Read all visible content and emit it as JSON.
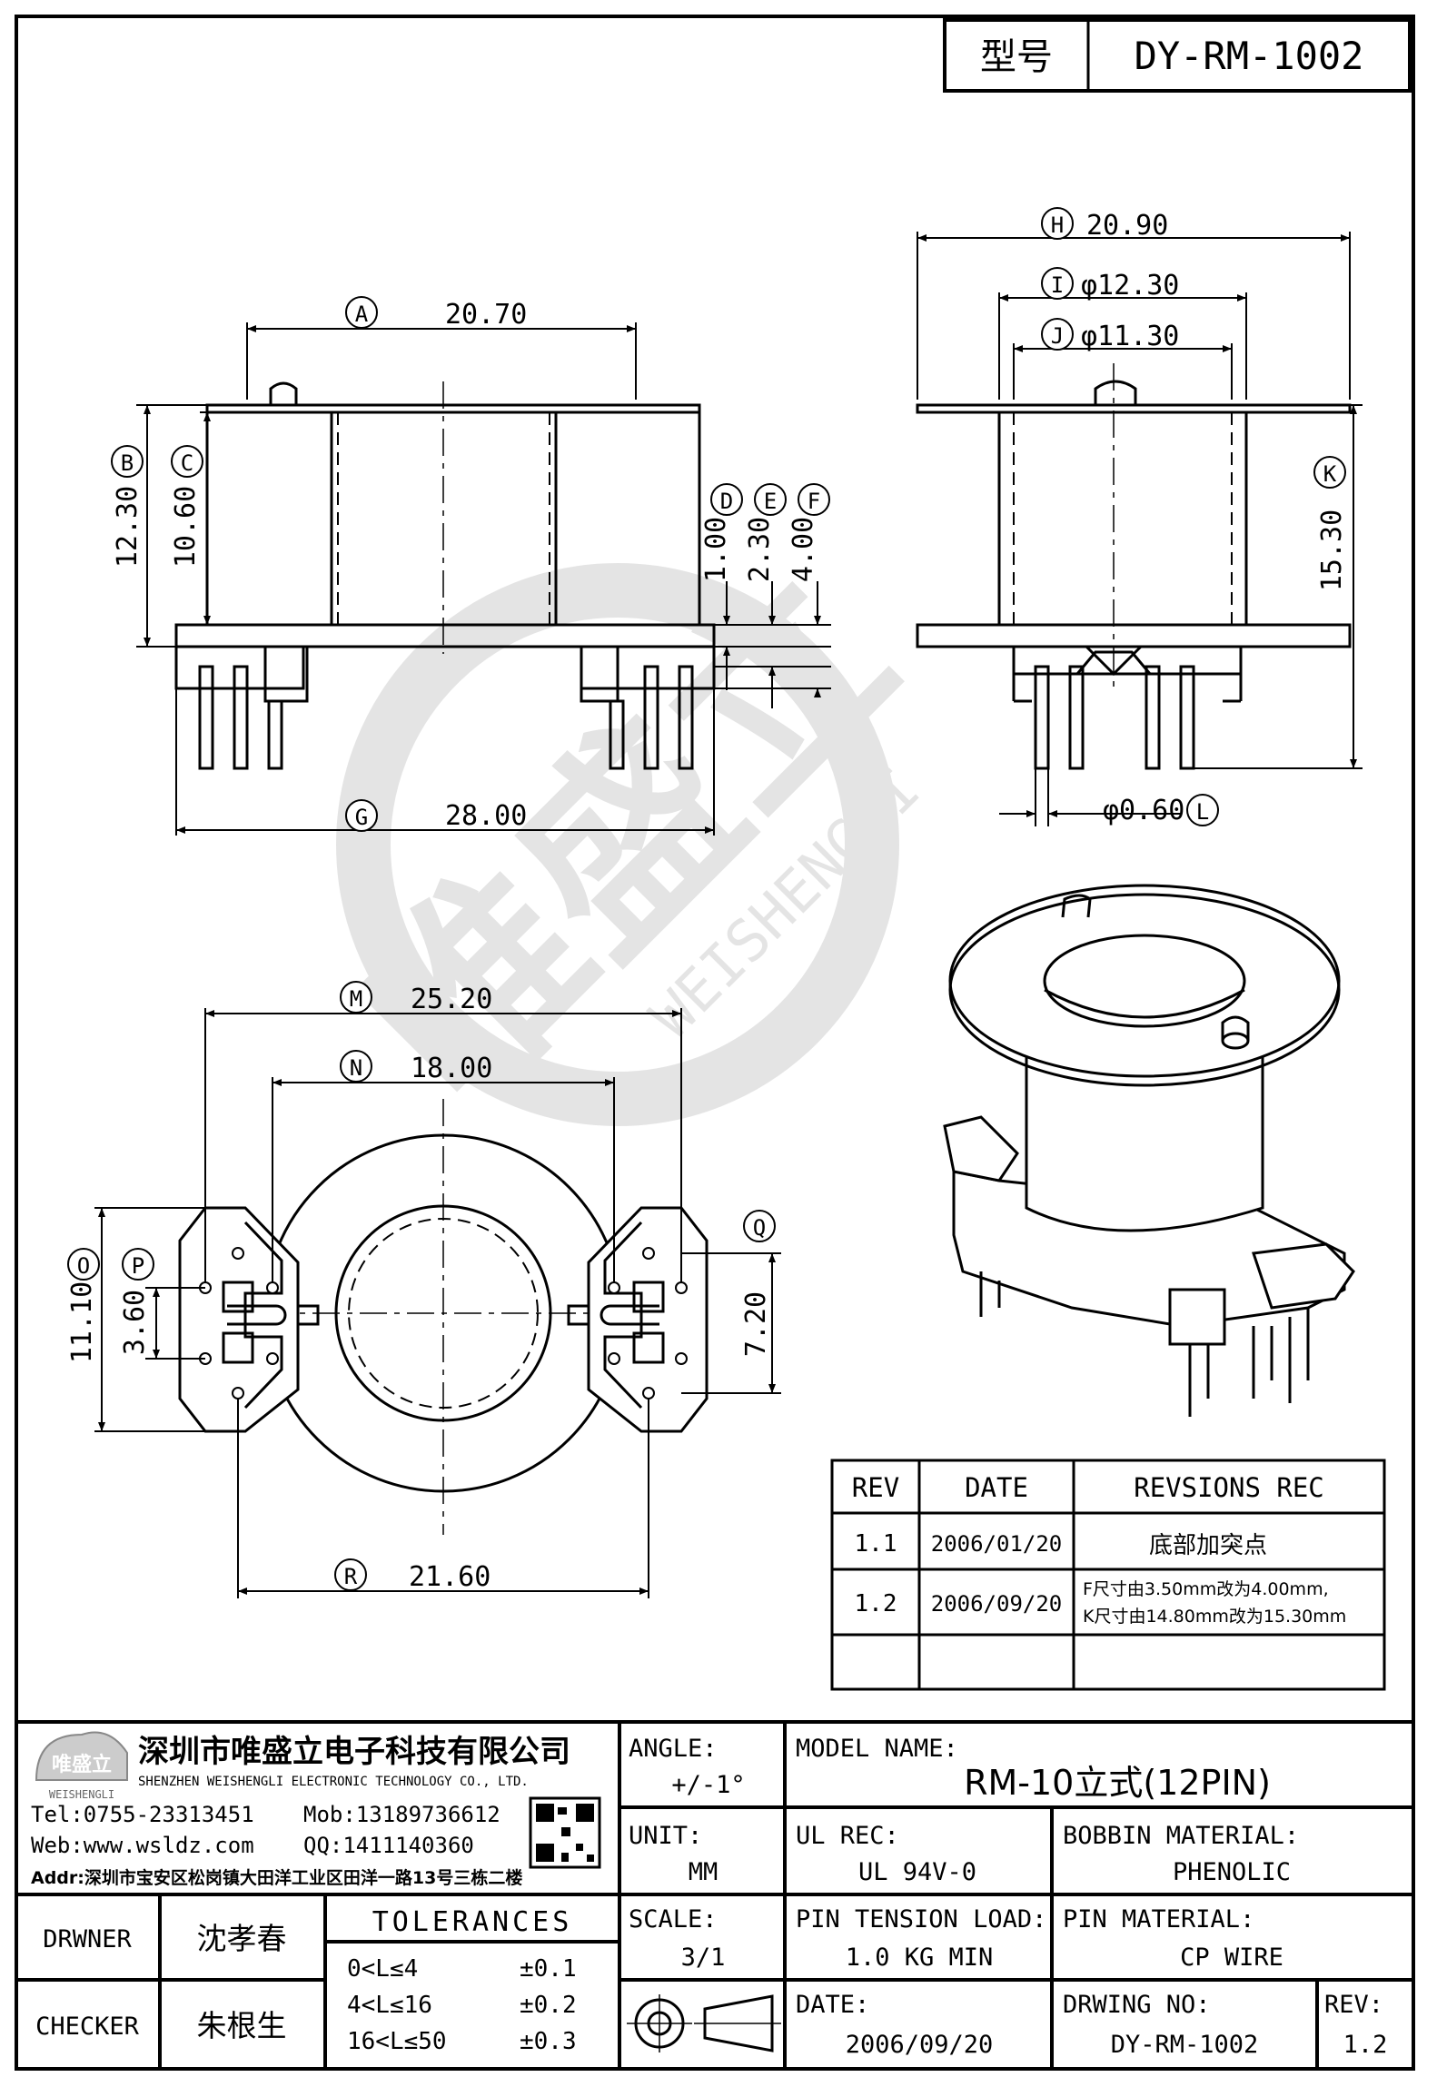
{
  "header": {
    "model_label": "型号",
    "model_value": "DY-RM-1002"
  },
  "dimensions": {
    "A": "20.70",
    "B": "12.30",
    "C": "10.60",
    "D": "1.00",
    "E": "2.30",
    "F": "4.00",
    "G": "28.00",
    "H": "20.90",
    "I": "φ12.30",
    "J": "φ11.30",
    "K": "15.30",
    "L": "φ0.60",
    "M": "25.20",
    "N": "18.00",
    "O": "11.10",
    "P": "3.60",
    "Q": "7.20",
    "R": "21.60"
  },
  "watermark": {
    "text_cn": "唯盛立",
    "text_en": "WEISHENGLI"
  },
  "revisions": {
    "headers": [
      "REV",
      "DATE",
      "REVSIONS REC"
    ],
    "rows": [
      {
        "rev": "1.1",
        "date": "2006/01/20",
        "rec1": "底部加突点",
        "rec2": ""
      },
      {
        "rev": "1.2",
        "date": "2006/09/20",
        "rec1": "F尺寸由3.50mm改为4.00mm,",
        "rec2": "K尺寸由14.80mm改为15.30mm"
      }
    ]
  },
  "company": {
    "logo_text": "唯盛立",
    "logo_sub": "WEISHENGLI",
    "name_cn": "深圳市唯盛立电子科技有限公司",
    "name_en": "SHENZHEN WEISHENGLI ELECTRONIC TECHNOLOGY CO., LTD.",
    "tel": "Tel:0755-23313451",
    "mob": "Mob:13189736612",
    "web": "Web:www.wsldz.com",
    "qq": "QQ:1411140360",
    "addr": "Addr:深圳市宝安区松岗镇大田洋工业区田洋一路13号三栋二楼"
  },
  "title_block": {
    "angle_label": "ANGLE:",
    "angle_value": "+/-1°",
    "model_name_label": "MODEL NAME:",
    "model_name_value": "RM-10立式(12PIN)",
    "unit_label": "UNIT:",
    "unit_value": "MM",
    "ul_label": "UL REC:",
    "ul_value": "UL 94V-0",
    "bobbin_label": "BOBBIN MATERIAL:",
    "bobbin_value": "PHENOLIC",
    "drawer_label": "DRWNER",
    "drawer_value": "沈孝春",
    "checker_label": "CHECKER",
    "checker_value": "朱根生",
    "tolerances_label": "TOLERANCES",
    "tol_rows": [
      {
        "range": "0<L≤4",
        "tol": "±0.1"
      },
      {
        "range": "4<L≤16",
        "tol": "±0.2"
      },
      {
        "range": "16<L≤50",
        "tol": "±0.3"
      }
    ],
    "scale_label": "SCALE:",
    "scale_value": "3/1",
    "pin_tension_label": "PIN TENSION LOAD:",
    "pin_tension_value": "1.0 KG MIN",
    "pin_material_label": "PIN MATERIAL:",
    "pin_material_value": "CP WIRE",
    "date_label": "DATE:",
    "date_value": "2006/09/20",
    "drwing_no_label": "DRWING NO:",
    "drwing_no_value": "DY-RM-1002",
    "rev_label": "REV:",
    "rev_value": "1.2"
  }
}
